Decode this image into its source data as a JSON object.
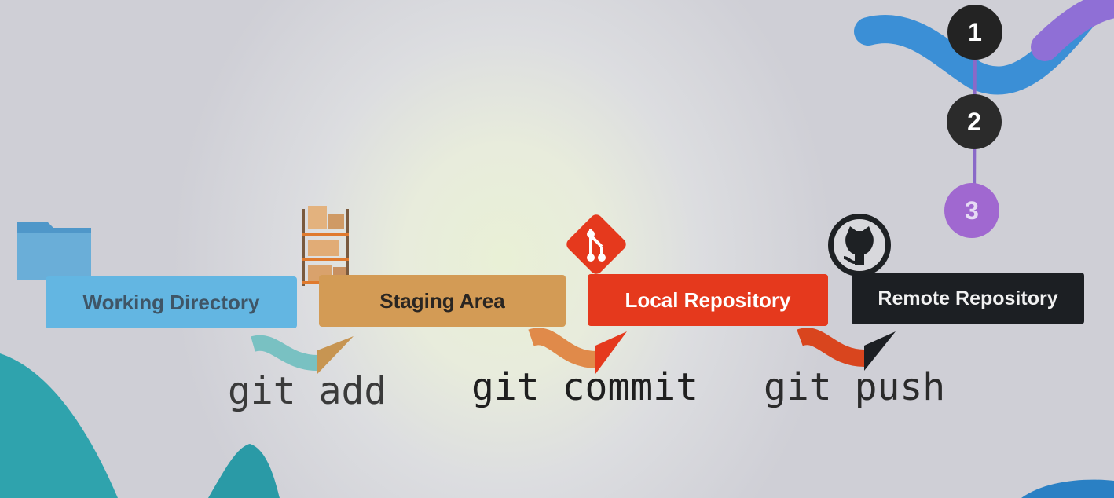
{
  "stages": {
    "working": "Working Directory",
    "staging": "Staging Area",
    "local": "Local Repository",
    "remote": "Remote Repository"
  },
  "commands": {
    "add": "git add",
    "commit": "git commit",
    "push": "git push"
  },
  "steps": [
    "1",
    "2",
    "3"
  ],
  "colors": {
    "working": "#63b6e2",
    "staging": "#d39b55",
    "local": "#e5391d",
    "remote": "#1c1f23",
    "step_active": "#232323",
    "step_next": "#a068d0"
  },
  "icons": {
    "working": "folder-icon",
    "staging": "shelf-icon",
    "local": "git-logo-icon",
    "remote": "github-logo-icon"
  }
}
